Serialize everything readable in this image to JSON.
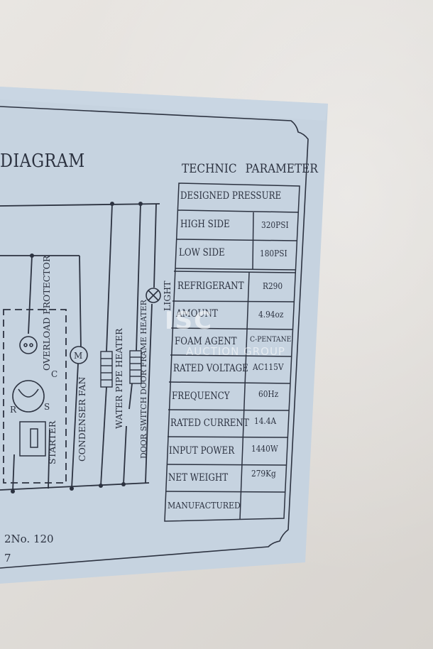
{
  "diagram": {
    "title": "DIAGRAM",
    "labels": {
      "overload_protector": "OVERLOAD PROTECTOR",
      "c": "C",
      "r": "R",
      "s": "S",
      "starter": "STARTER",
      "motor": "M",
      "condenser_fan": "CONDENSER FAN",
      "water_pipe_heater": "WATER PIPE HEATER",
      "door_frame_heater": "DOOR FRAME HEATER",
      "door_switch": "DOOR SWITCH",
      "light": "LIGHT"
    }
  },
  "parameters": {
    "title": "TECHNIC PARAMETER",
    "designed_pressure": "DESIGNED PRESSURE",
    "rows": [
      {
        "label": "HIGH SIDE",
        "value": "320PSI"
      },
      {
        "label": "LOW SIDE",
        "value": "180PSI"
      },
      {
        "label": "REFRIGERANT",
        "value": "R290"
      },
      {
        "label": "AMOUNT",
        "value": "4.94oz"
      },
      {
        "label": "FOAM AGENT",
        "value": "C-PENTANE"
      },
      {
        "label": "RATED VOLTAGE",
        "value": "AC115V"
      },
      {
        "label": "FREQUENCY",
        "value": "60Hz"
      },
      {
        "label": "RATED CURRENT",
        "value": "14.4A"
      },
      {
        "label": "INPUT POWER",
        "value": "1440W"
      },
      {
        "label": "NET WEIGHT",
        "value": "279Kg"
      },
      {
        "label": "MANUFACTURED",
        "value": ""
      }
    ]
  },
  "footer": {
    "line1": "2No. 120",
    "line2": "7"
  },
  "watermark": {
    "line1": "ISC",
    "line2": "AUCTION GROUP"
  },
  "colors": {
    "sticker": "#c6d3e0",
    "ink": "#2c3240",
    "wall": "#e4e1dd"
  }
}
